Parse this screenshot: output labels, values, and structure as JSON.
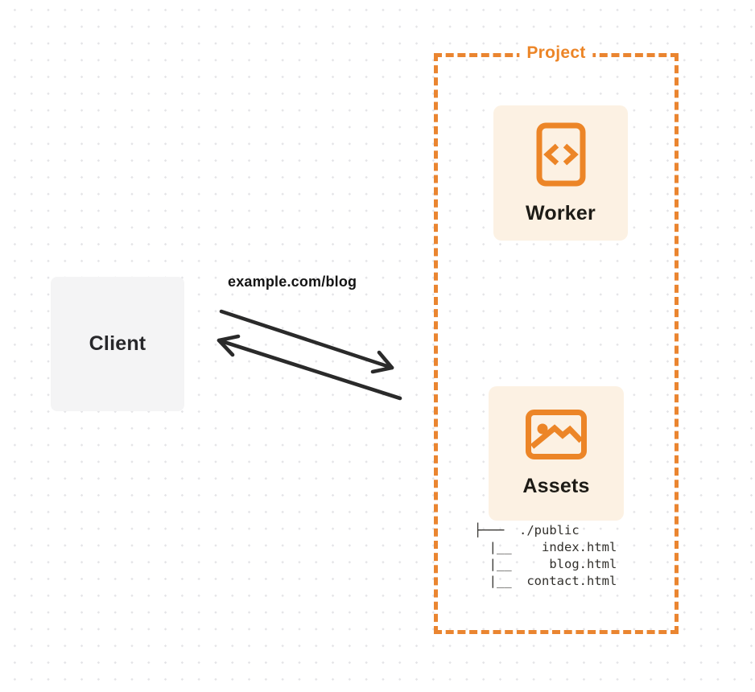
{
  "diagram": {
    "client": {
      "label": "Client"
    },
    "request": {
      "label": "example.com/blog"
    },
    "project": {
      "label": "Project",
      "worker": {
        "label": "Worker",
        "icon": "code-brackets-icon"
      },
      "assets": {
        "label": "Assets",
        "icon": "image-icon",
        "file_tree_text": "├───  ./public\n  |__    index.html\n  |__     blog.html\n  |__  contact.html",
        "files": [
          "./public",
          "index.html",
          "blog.html",
          "contact.html"
        ]
      }
    },
    "colors": {
      "accent_orange": "#ec8527",
      "card_background": "#fcf1e3",
      "client_background": "#f4f4f5",
      "arrow": "#2a2a2a",
      "dot_grid": "#e4e4e7"
    }
  }
}
